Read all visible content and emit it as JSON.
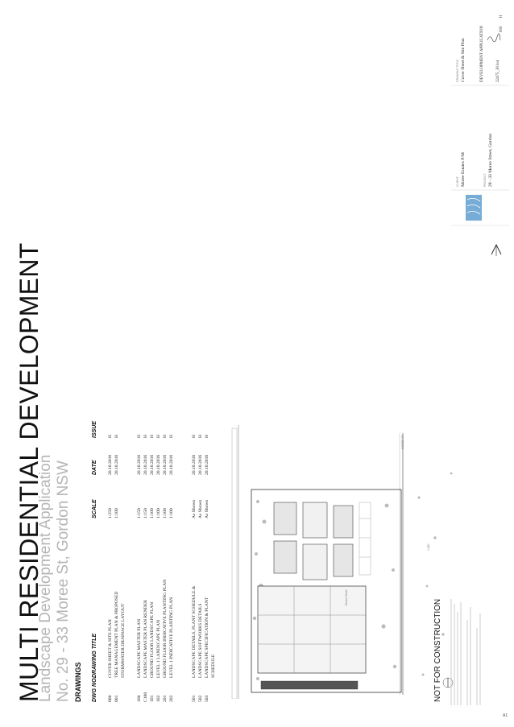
{
  "title": {
    "main": "MULTI RESIDENTIAL DEVELOPMENT",
    "sub": "Landscape Development Application",
    "address": "No. 29 - 33 Moree St, Gordon NSW",
    "drawings_heading": "DRAWINGS"
  },
  "table": {
    "headers": [
      "DWG NO.",
      "DRAWING TITLE",
      "SCALE",
      "DATE",
      "ISSUE"
    ],
    "rows": [
      {
        "no": "000",
        "title": "COVER SHEET & SITE PLAN",
        "scale": "1:250",
        "date": "20.10.2016",
        "issue": "H"
      },
      {
        "no": "001",
        "title": "TREE MANAGEMENT PLAN & PROPOSED",
        "scale": "1:100",
        "date": "20.10.2016",
        "issue": "H"
      },
      {
        "no": "",
        "title": "STORMWATER DRAINAGE LAYOUT",
        "scale": "",
        "date": "",
        "issue": ""
      },
      {
        "no": "100",
        "title": "LANDSCAPE MASTER PLAN",
        "scale": "1:150",
        "date": "20.10.2016",
        "issue": "H"
      },
      {
        "no": "C100",
        "title": "LANDSCAPE MASTER PLAN RENDER",
        "scale": "1:150",
        "date": "20.10.2016",
        "issue": "H"
      },
      {
        "no": "101",
        "title": "GROUND FLOOR LANDSCAPE PLAN",
        "scale": "1:100",
        "date": "20.10.2016",
        "issue": "H"
      },
      {
        "no": "102",
        "title": "LEVEL 1 LANDSCAPE PLAN",
        "scale": "1:100",
        "date": "20.10.2016",
        "issue": "H"
      },
      {
        "no": "201",
        "title": "GROUND FLOOR INDICATIVE PLANTING PLAN",
        "scale": "1:100",
        "date": "20.10.2016",
        "issue": "H"
      },
      {
        "no": "202",
        "title": "LEVEL 1 INDICATIVE PLANTING PLAN",
        "scale": "1:100",
        "date": "20.10.2016",
        "issue": "H"
      },
      {
        "no": "501",
        "title": "LANDSCAPE DETAILS, PLANT SCHEDULE &",
        "scale": "As Shown",
        "date": "20.10.2016",
        "issue": "H"
      },
      {
        "no": "502",
        "title": "LANDSCAPE SOFTWORKS DETAILS",
        "scale": "As Shown",
        "date": "20.10.2016",
        "issue": "H"
      },
      {
        "no": "503",
        "title": "LANDSCAPE SPECIFICATION & PLANT",
        "scale": "As Shown",
        "date": "20.10.2016",
        "issue": "H"
      },
      {
        "no": "",
        "title": "SCHEDULE",
        "scale": "",
        "date": "",
        "issue": ""
      }
    ]
  },
  "plan": {
    "street_label": "MOREE ST",
    "neighbour_label": "Moree Street",
    "scale_note": "1:250"
  },
  "not_for_construction": "NOT FOR CONSTRUCTION",
  "title_block": {
    "client_label": "CLIENT",
    "client": "Moree Estates P/M",
    "project_label": "PROJECT",
    "project": "29 - 33 Moree Street, Gordon",
    "drawing_label": "DRAWING TITLE",
    "drawing": "Cover Sheet & Site Plan",
    "status": "DEVELOPMENT APPLICATION",
    "job_no": "22475_301e4",
    "dwg_no": "000",
    "issue": "H",
    "sheet_size": "A1"
  },
  "colors": {
    "title": "#111111",
    "subtitle_grey": "#b5b5b5",
    "plan_line": "#444444",
    "logo_blue": "#4a90c8"
  }
}
